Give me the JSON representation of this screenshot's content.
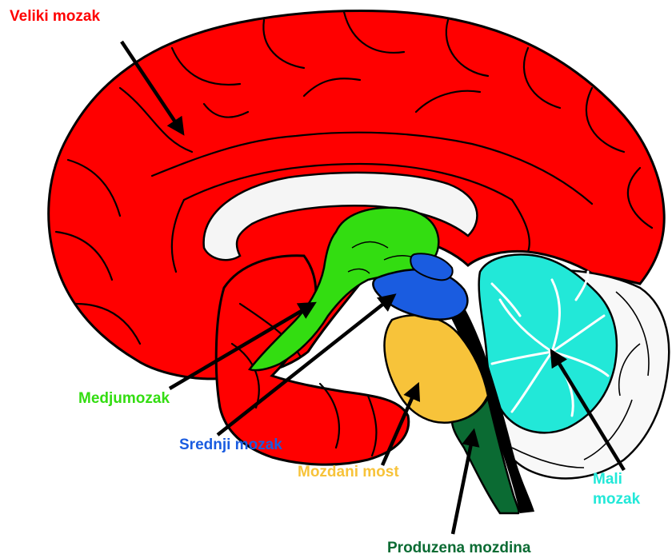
{
  "labels": {
    "cerebrum": "Veliki mozak",
    "diencephalon": "Medjumozak",
    "midbrain": "Srednji mozak",
    "pons": "Mozdani most",
    "cerebellum_line1": "Mali",
    "cerebellum_line2": "mozak",
    "medulla": "Produzena mozdina"
  },
  "colors": {
    "cerebrum": "#ff0000",
    "diencephalon": "#33dd11",
    "midbrain": "#1a5ce0",
    "pons": "#f7c33a",
    "cerebellum": "#22e8d8",
    "medulla": "#0b6b33",
    "outline": "#000000",
    "arrow": "#000000",
    "background": "#ffffff"
  }
}
